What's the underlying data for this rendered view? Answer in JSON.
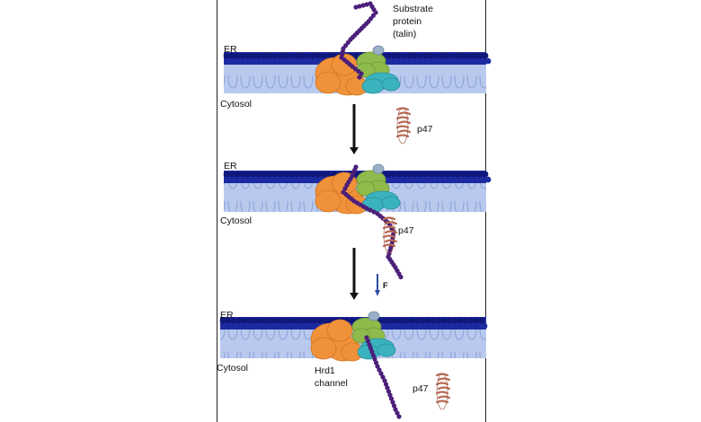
{
  "labels": {
    "substrate_line1": "Substrate",
    "substrate_line2": "protein",
    "substrate_line3": "(talin)",
    "er": "ER",
    "cytosol": "Cytosol",
    "p47": "p47",
    "force": "F",
    "hrd1_line1": "Hrd1",
    "hrd1_line2": "channel"
  },
  "colors": {
    "membrane_head": "#1c2aa0",
    "membrane_head_dark": "#0f177a",
    "membrane_tail": "#b9c9ee",
    "membrane_tail_line": "#8aa0d8",
    "hrd1_orange": "#f0923a",
    "hrd1_green": "#8fba4c",
    "hrd1_teal": "#3bb3bf",
    "hrd1_cap": "#9ab0c8",
    "substrate": "#4b1f7a",
    "p47": "#b86b55",
    "arrow": "#111111",
    "force_arrow": "#2c4da0"
  }
}
